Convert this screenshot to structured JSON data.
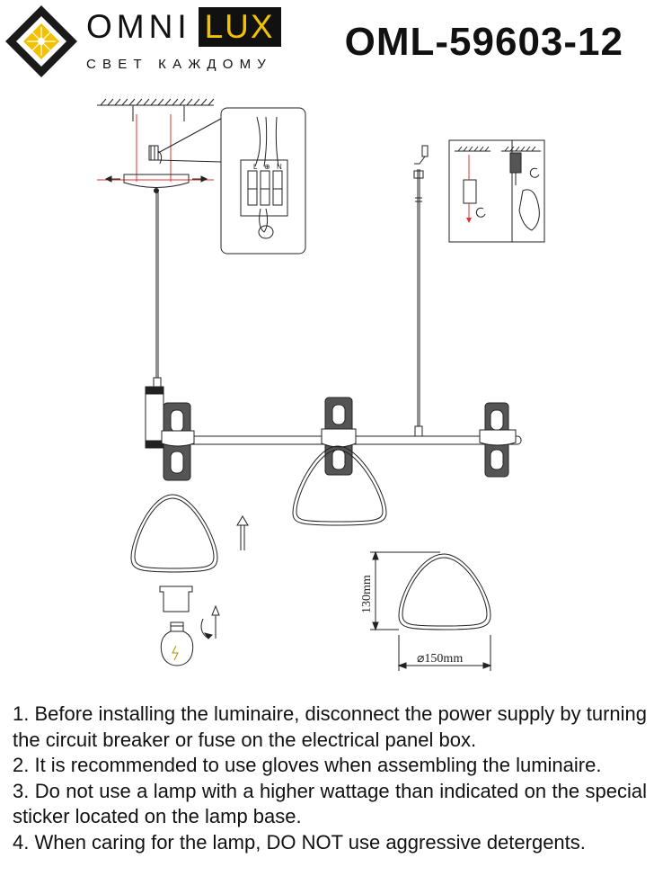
{
  "brand": {
    "name_part1": "OMNI",
    "name_part2": "LUX",
    "tagline": "СВЕТ КАЖДОМУ",
    "accent_color": "#f2c200",
    "logo_icon": "diamond-sun-icon"
  },
  "product": {
    "model": "OML-59603-12"
  },
  "diagram": {
    "height_label": "130mm",
    "diameter_label": "⌀150mm",
    "terminal_labels": [
      "L",
      "⊕",
      "N"
    ]
  },
  "instructions": [
    "1. Before installing the luminaire, disconnect the power supply by turning the circuit breaker or fuse on the electrical panel box.",
    "2. It is recommended to use gloves when assembling the luminaire.",
    "3. Do not use a lamp with a higher wattage than indicated on the special sticker located on the lamp base.",
    "4. When caring for the lamp, DO NOT use aggressive detergents."
  ]
}
